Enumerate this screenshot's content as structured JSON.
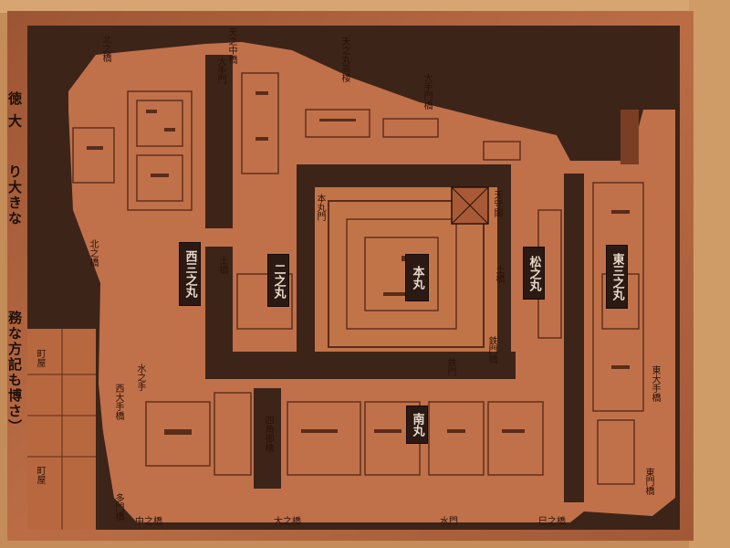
{
  "colors": {
    "plate": "#b5663f",
    "moat": "#3a221a",
    "ground": "#c0714a",
    "wood": "#d8a06a",
    "line": "#5a2c1a"
  },
  "areas": {
    "honmaru": "本丸",
    "ninomaru": "二之丸",
    "nishi_sannomaru": "西三之丸",
    "matsunomaru": "松之丸",
    "higashi_sannomaru": "東三之丸",
    "nanban": "南丸"
  },
  "labels": {
    "top_gate_1": "天之中橋",
    "top_gate_2": "大手門",
    "top_gate_3": "天之丸高楼",
    "top_gate_4": "大手門橋",
    "top_left": "北之橋",
    "left_1": "北之橋",
    "left_2": "西大手橋",
    "left_3": "多門橋",
    "tenshu": "天守閣",
    "honmaru_gate": "本丸門",
    "bridge_1": "鉄門",
    "bridge_2": "土橋",
    "bridge_3": "土橋",
    "bridge_4": "鉄門橋",
    "east_1": "東大手橋",
    "east_2": "東門橋",
    "bottom_1": "中之橋",
    "bottom_2": "大之橋",
    "bottom_3": "水門",
    "bottom_4": "巳之橋",
    "shikaku": "四角御櫓",
    "mizu": "水之手",
    "town": "町屋"
  },
  "sidetext": {
    "top": "徳 大",
    "middle": "り大きな",
    "lower": "務な方記も博さ）"
  }
}
